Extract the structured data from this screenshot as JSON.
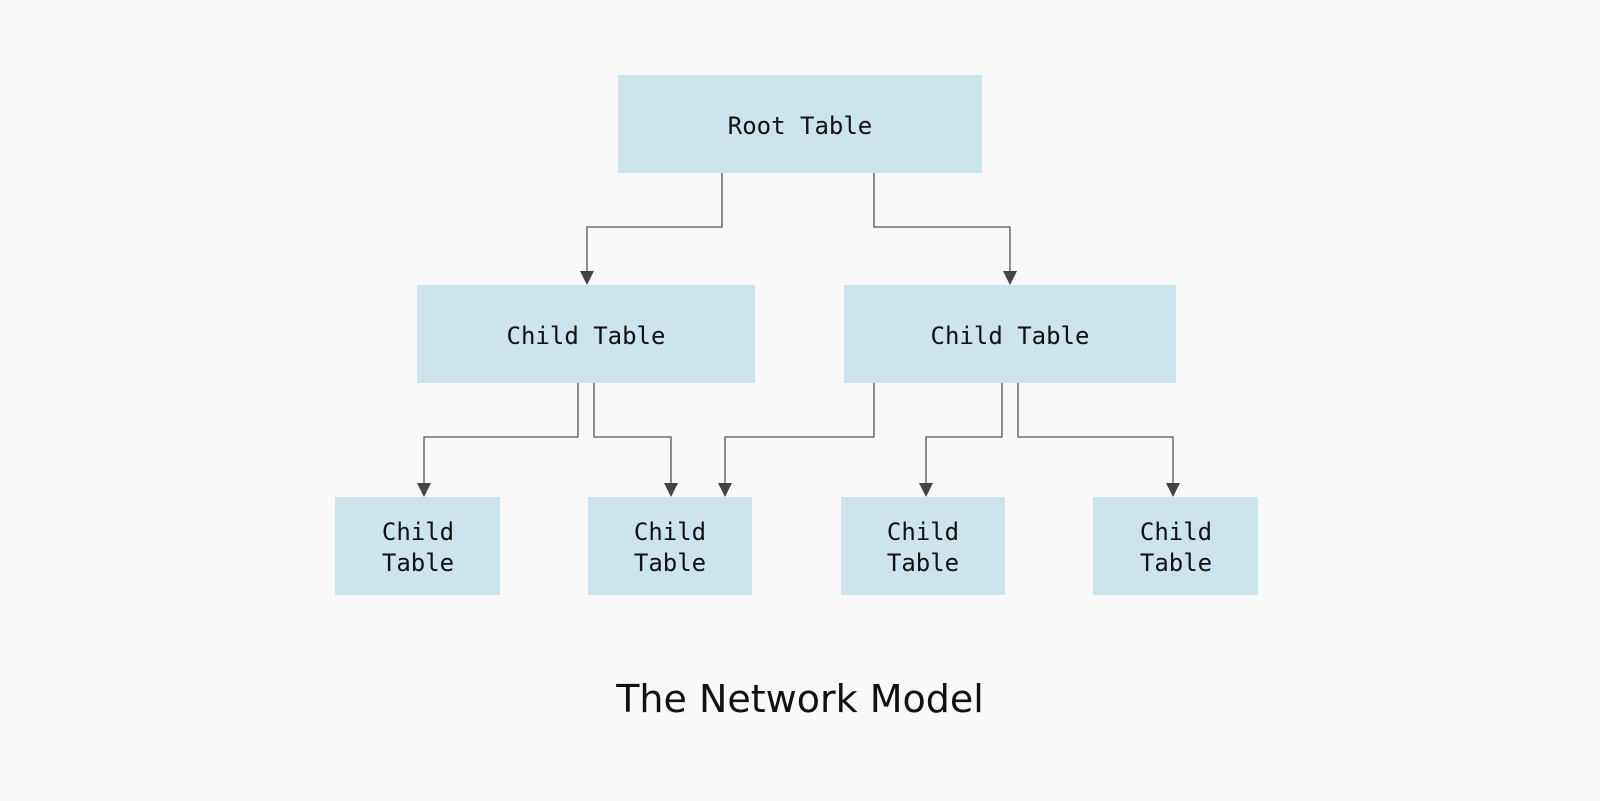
{
  "diagram": {
    "title": "The Network Model",
    "nodes": [
      {
        "id": "root",
        "lines": [
          "Root Table"
        ]
      },
      {
        "id": "child_l",
        "lines": [
          "Child Table"
        ]
      },
      {
        "id": "child_r",
        "lines": [
          "Child Table"
        ]
      },
      {
        "id": "leaf_1",
        "lines": [
          "Child",
          "Table"
        ]
      },
      {
        "id": "leaf_2",
        "lines": [
          "Child",
          "Table"
        ]
      },
      {
        "id": "leaf_3",
        "lines": [
          "Child",
          "Table"
        ]
      },
      {
        "id": "leaf_4",
        "lines": [
          "Child",
          "Table"
        ]
      }
    ],
    "edges": [
      {
        "from": "root",
        "to": "child_l"
      },
      {
        "from": "root",
        "to": "child_r"
      },
      {
        "from": "child_l",
        "to": "leaf_1"
      },
      {
        "from": "child_l",
        "to": "leaf_2"
      },
      {
        "from": "child_r",
        "to": "leaf_2"
      },
      {
        "from": "child_r",
        "to": "leaf_3"
      },
      {
        "from": "child_r",
        "to": "leaf_4"
      }
    ],
    "colors": {
      "background": "#f9f9f9",
      "node_fill": "#cce4eb",
      "edge": "#555555",
      "text": "#111111"
    }
  }
}
